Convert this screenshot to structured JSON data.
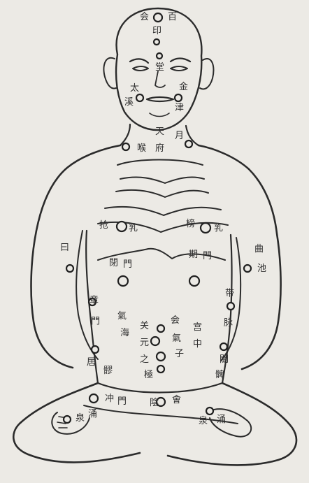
{
  "figure": {
    "labels": {
      "crown_left": "会",
      "crown_right": "百",
      "forehead": "印",
      "nose_tip": "堂",
      "mouth_left": "太",
      "mouth_left2": "溪",
      "mouth_right": "金",
      "mouth_right2": "津",
      "neck_a": "天",
      "neck_b": "月",
      "neck_c": "喉",
      "neck_d": "府",
      "chest_left": "抢",
      "chest_left2": "乳",
      "chest_right": "榜",
      "chest_right2": "乳",
      "shoulder_left": "曰",
      "shoulder_right": "曲",
      "shoulder_right2": "池",
      "rib_left": "閉",
      "rib_left2": "門",
      "rib_right": "期",
      "rib_right2": "門",
      "side_left": "章",
      "side_left2": "門",
      "side_right": "带",
      "side_right2": "脉",
      "abd_a": "氣",
      "abd_b": "海",
      "abd_c": "关",
      "abd_d": "元",
      "abd_e": "会",
      "abd_f": "氣",
      "abd_g": "子",
      "abd_h": "宫",
      "abd_i": "之",
      "abd_j": "極",
      "abd_k": "中",
      "hip_left": "居",
      "hip_left2": "髎",
      "hip_right": "髀",
      "hip_right2": "關",
      "groin_a": "冲",
      "groin_b": "門",
      "groin_c": "會",
      "groin_d": "陰",
      "foot_left": "泉",
      "foot_left2": "涌",
      "foot_right": "泉",
      "foot_right2": "涌"
    }
  }
}
